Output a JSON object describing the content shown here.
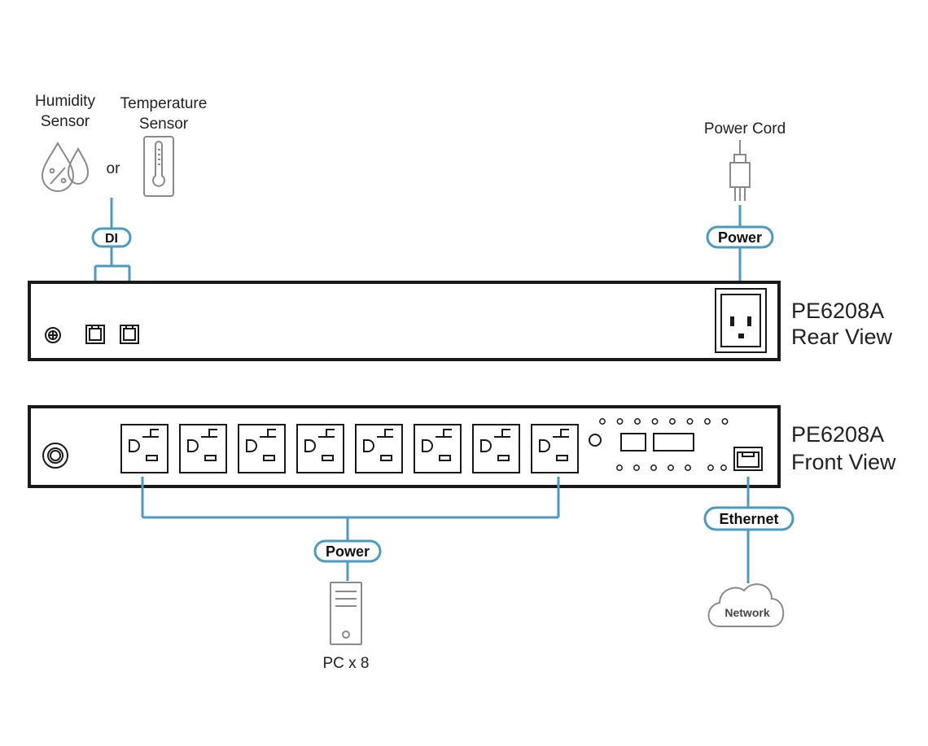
{
  "colors": {
    "connector": "#4a9bbd",
    "device_border": "#1a1a1a",
    "icon_gray": "#8a8a8a",
    "text": "#222222"
  },
  "sensors": {
    "humidity_line1": "Humidity",
    "humidity_line2": "Sensor",
    "or": "or",
    "temperature_line1": "Temperature",
    "temperature_line2": "Sensor"
  },
  "power_cord": {
    "label": "Power Cord",
    "icon": "plug-icon"
  },
  "connectors": {
    "di": "DI",
    "power_rear": "Power",
    "power_front": "Power",
    "ethernet": "Ethernet"
  },
  "rear_device": {
    "model": "PE6208A",
    "view": "Rear View"
  },
  "front_device": {
    "model": "PE6208A",
    "view": "Front View",
    "outlet_count": 8
  },
  "pc": {
    "label": "PC x 8",
    "icon": "pc-tower-icon"
  },
  "network": {
    "label": "Network",
    "icon": "cloud-icon"
  }
}
